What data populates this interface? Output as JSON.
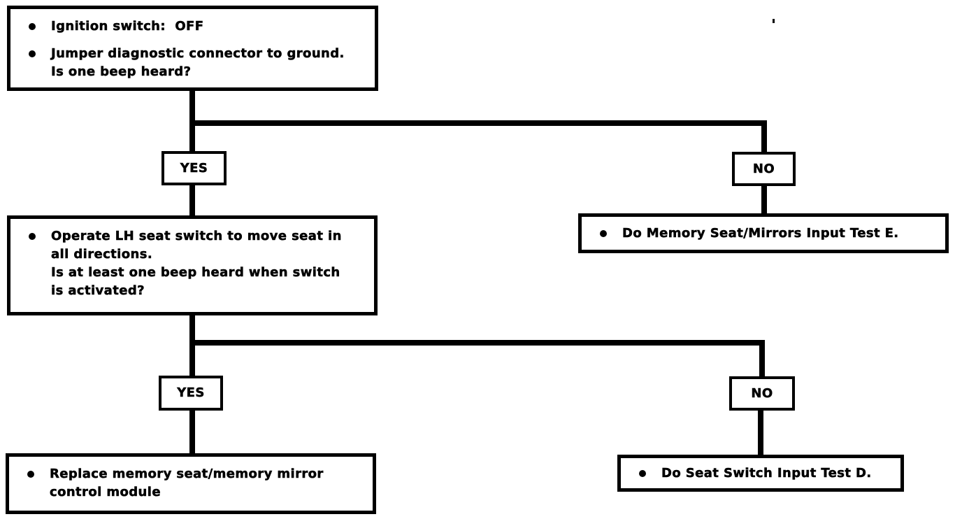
{
  "colors": {
    "ink": "#000000",
    "paper": "#ffffff"
  },
  "icons": {
    "bullet": "filled-circle-bullet"
  },
  "flowchart": {
    "question1": {
      "item1": "Ignition switch:  OFF",
      "item2_line1": "Jumper diagnostic connector to ground.",
      "item2_line2": "Is one beep heard?"
    },
    "branch1": {
      "yes_label": "YES",
      "no_label": "NO"
    },
    "question2": {
      "item1_line1": "Operate LH seat switch to move seat in",
      "item1_line2": "all directions.",
      "item1_line3": "Is at least one beep heard when switch",
      "item1_line4": "is activated?"
    },
    "result_branch1_no": {
      "item1": "Do Memory Seat/Mirrors Input Test E."
    },
    "branch2": {
      "yes_label": "YES",
      "no_label": "NO"
    },
    "result_branch2_yes": {
      "item1_line1": "Replace memory seat/memory mirror",
      "item1_line2": "control module"
    },
    "result_branch2_no": {
      "item1": "Do Seat Switch Input Test D."
    }
  }
}
